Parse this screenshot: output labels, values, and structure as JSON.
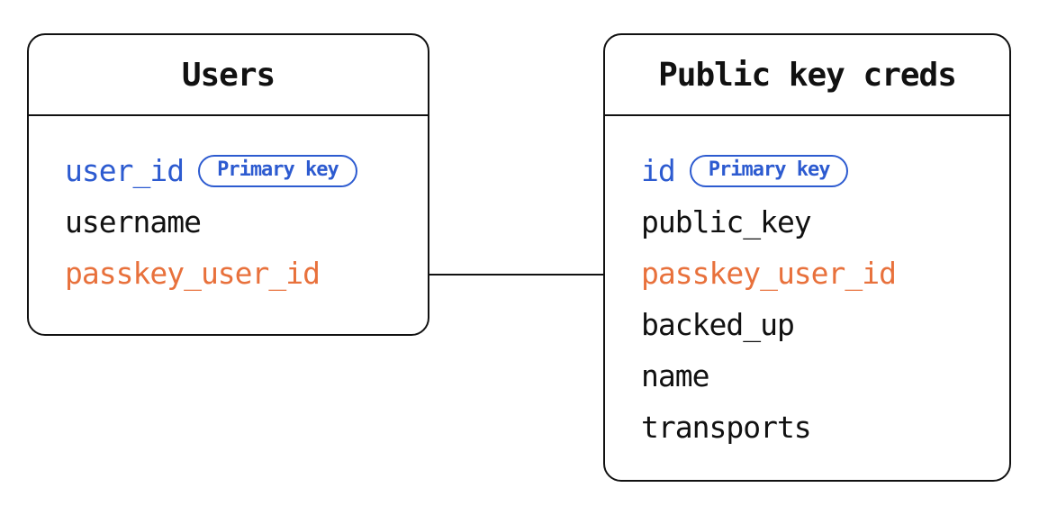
{
  "diagram": {
    "tables": [
      {
        "title": "Users",
        "fields": [
          {
            "label": "user_id",
            "color": "blue",
            "badge": "Primary key"
          },
          {
            "label": "username",
            "color": "black"
          },
          {
            "label": "passkey_user_id",
            "color": "orange"
          }
        ]
      },
      {
        "title": "Public key creds",
        "fields": [
          {
            "label": "id",
            "color": "blue",
            "badge": "Primary key"
          },
          {
            "label": "public_key",
            "color": "black"
          },
          {
            "label": "passkey_user_id",
            "color": "orange"
          },
          {
            "label": "backed_up",
            "color": "black"
          },
          {
            "label": "name",
            "color": "black"
          },
          {
            "label": "transports",
            "color": "black"
          }
        ]
      }
    ],
    "relationship": {
      "from_table": "Users",
      "from_field": "passkey_user_id",
      "to_table": "Public key creds",
      "to_field": "passkey_user_id"
    },
    "colors": {
      "ink": "#111111",
      "blue": "#2d5bd0",
      "orange": "#e8713c",
      "background": "#ffffff"
    }
  }
}
